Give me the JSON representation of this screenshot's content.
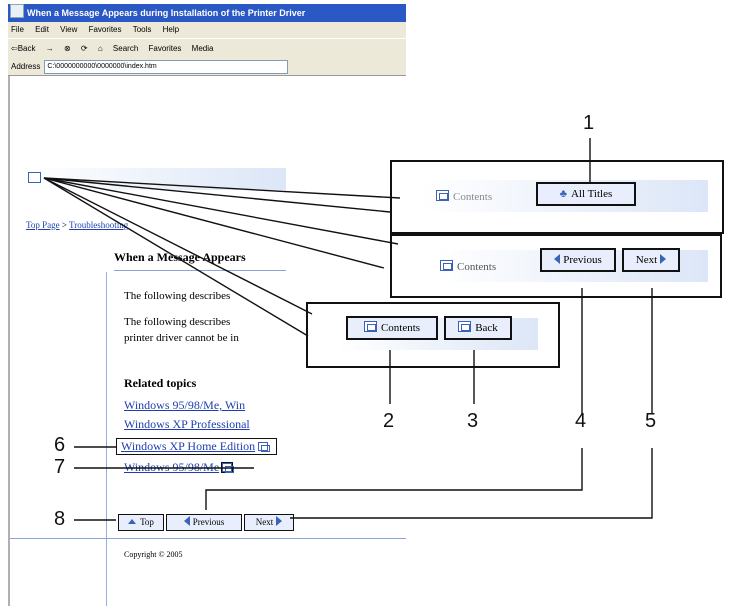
{
  "browser": {
    "title": "When a Message Appears during Installation of the Printer Driver",
    "menu": [
      "File",
      "Edit",
      "View",
      "Favorites",
      "Tools",
      "Help"
    ],
    "toolbar": [
      "⇦Back",
      "→",
      "Search",
      "Favorites",
      "Media"
    ],
    "address_label": "Address",
    "address_value": "C:\\0000000000\\0000000\\index.htm"
  },
  "page": {
    "breadcrumb_top": "Top Page",
    "breadcrumb_sep": ">",
    "breadcrumb_2": "Troubleshooting",
    "heading": "When a Message Appears",
    "para1": "The following describes",
    "para2a": "The following describes",
    "para2b": "printer driver cannot be in",
    "related_heading": "Related topics",
    "related": [
      "Windows 95/98/Me, Win",
      "Windows XP Professional",
      "Windows XP Home Edition",
      "Windows 95/98/Me"
    ],
    "nav_top": "Top",
    "nav_previous": "Previous",
    "nav_next": "Next",
    "copyright": "Copyright © 2005"
  },
  "panels": {
    "p1": {
      "contents": "Contents",
      "all_titles": "All Titles"
    },
    "p2": {
      "contents": "Contents",
      "previous": "Previous",
      "next": "Next"
    },
    "p3": {
      "contents": "Contents",
      "back": "Back"
    }
  },
  "callouts": [
    "1",
    "2",
    "3",
    "4",
    "5",
    "6",
    "7",
    "8"
  ]
}
